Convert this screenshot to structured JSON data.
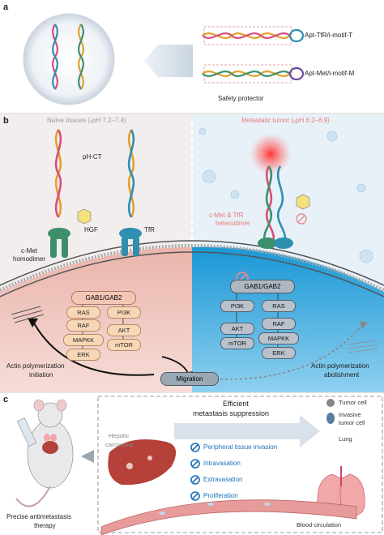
{
  "panel_a": {
    "letter": "a",
    "label_t": "Apt-TfR/i-motif-T",
    "label_m": "Apt-Met/i-motif-M",
    "protector": "Safety protector"
  },
  "panel_b": {
    "letter": "b",
    "naive_title": "Naïve tissues (ₑpH 7.2–7.4)",
    "tumor_title": "Metastatic tumor (ₑpH 6.2–6.9)",
    "ph_ct": "pH-CT",
    "hgf": "HGF",
    "tfr": "TfR",
    "cmet_homodimer_1": "c-Met",
    "cmet_homodimer_2": "homodimer",
    "heterodimer_1": "c-Met & TfR",
    "heterodimer_2": "heterodimer",
    "left_pathway": {
      "gab": "GAB1/GAB2",
      "col1": [
        "RAS",
        "RAF",
        "MAPKK",
        "ERK"
      ],
      "col2": [
        "PI3K",
        "AKT",
        "mTOR"
      ]
    },
    "right_pathway": {
      "gab": "GAB1/GAB2",
      "col1": [
        "PI3K",
        "AKT",
        "mTOR"
      ],
      "col2": [
        "RAS",
        "RAF",
        "MAPKK",
        "ERK"
      ]
    },
    "actin_left_1": "Actin polymerization",
    "actin_left_2": "initiation",
    "migration": "Migration",
    "actin_right_1": "Actin polymerization",
    "actin_right_2": "abolishment"
  },
  "panel_c": {
    "letter": "c",
    "efficient_1": "Efficient",
    "efficient_2": "metastasis suppression",
    "tumor_cell": "Tumor cell",
    "invasive_1": "Invasive",
    "invasive_2": "tumor cell",
    "lung": "Lung",
    "hepatic_1": "Hepatic",
    "hepatic_2": "carcinoma",
    "inhibited": [
      "Peripheral tissue invasion",
      "Intravasation",
      "Extravasation",
      "Proliferation"
    ],
    "blood": "Blood circulation",
    "therapy_1": "Precise antimetastasis",
    "therapy_2": "therapy"
  },
  "colors": {
    "naive_bg": "#f3eeee",
    "tumor_bg": "#e8f1f8",
    "cytoplasm_left": "#e7a69d",
    "cytoplasm_right": "#1fa0dc",
    "block_blue": "#1e70b8",
    "receptor_green": "#3d8f6b",
    "receptor_blue": "#2e8fb0"
  }
}
